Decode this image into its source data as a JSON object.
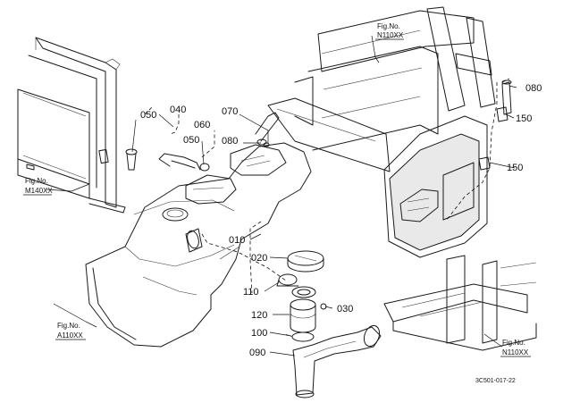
{
  "callouts": {
    "p010": "010",
    "p020": "020",
    "p030": "030",
    "p040": "040",
    "p050a": "050",
    "p050b": "050",
    "p060": "060",
    "p070": "070",
    "p080a": "080",
    "p080b": "080",
    "p090": "090",
    "p100": "100",
    "p110": "110",
    "p120": "120",
    "p150a": "150",
    "p150b": "150"
  },
  "figure_refs": {
    "top_right": {
      "label": "Fig.No.",
      "code": "N110XX"
    },
    "left": {
      "label": "Fig.No.",
      "code": "M140XX"
    },
    "bottom_left": {
      "label": "Fig.No.",
      "code": "A110XX"
    },
    "bottom_right": {
      "label": "Fig.No.",
      "code": "N110XX"
    }
  },
  "drawing_code": "3C501-017-22"
}
